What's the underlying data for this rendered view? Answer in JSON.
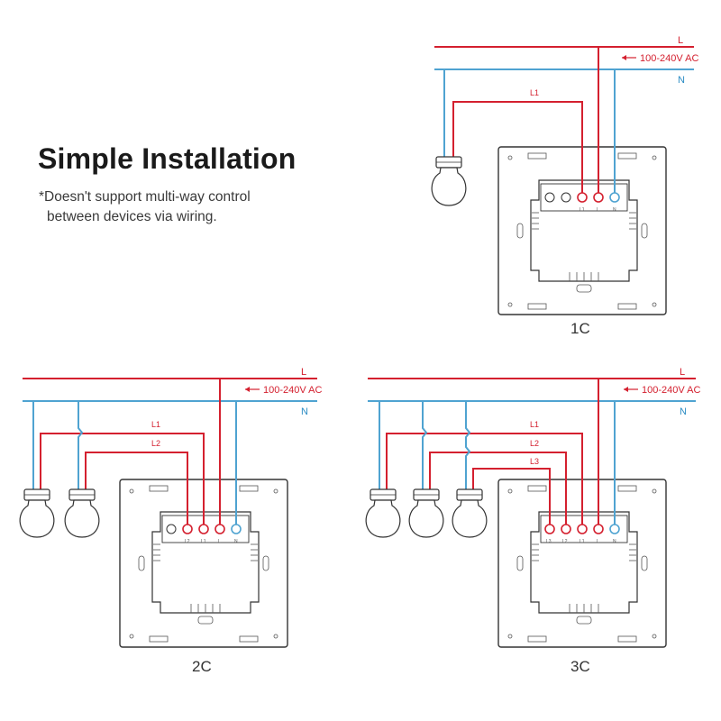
{
  "title": "Simple Installation",
  "note": {
    "line1": "*Doesn't support multi-way control",
    "line2": "between devices via wiring."
  },
  "colors": {
    "live": "#d4202f",
    "neutral": "#4fa3d1",
    "outline": "#333333"
  },
  "diagrams": [
    {
      "caption": "1C",
      "live_label": "L",
      "neutral_label": "N",
      "supply_label": "100-240V AC",
      "load_labels": [
        "L1"
      ],
      "terminals": [
        "L1",
        "L",
        "N"
      ]
    },
    {
      "caption": "2C",
      "live_label": "L",
      "neutral_label": "N",
      "supply_label": "100-240V AC",
      "load_labels": [
        "L1",
        "L2"
      ],
      "terminals": [
        "L2",
        "L1",
        "L",
        "N"
      ]
    },
    {
      "caption": "3C",
      "live_label": "L",
      "neutral_label": "N",
      "supply_label": "100-240V AC",
      "load_labels": [
        "L1",
        "L2",
        "L3"
      ],
      "terminals": [
        "L3",
        "L2",
        "L1",
        "L",
        "N"
      ]
    }
  ]
}
